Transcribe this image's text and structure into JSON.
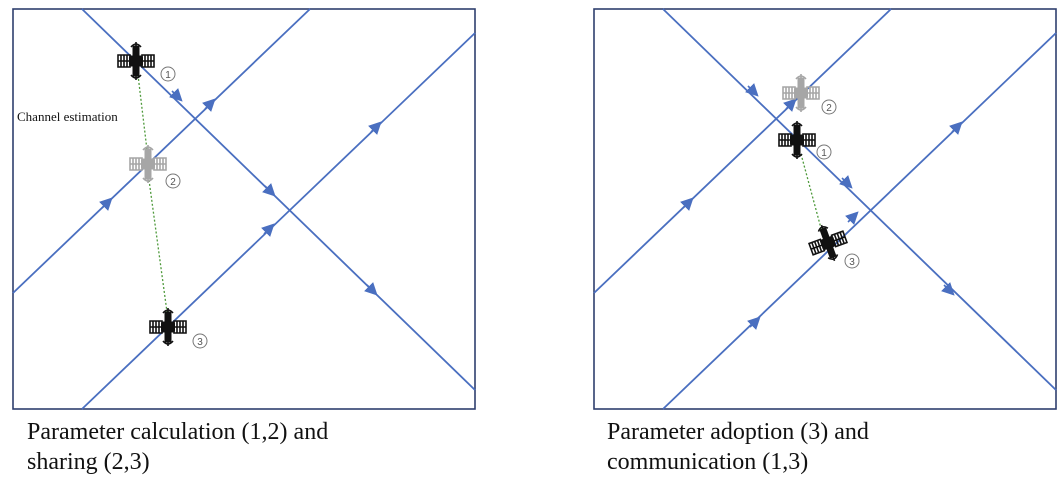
{
  "left_panel": {
    "annotation": "Channel estimation",
    "labels": [
      "1",
      "2",
      "3"
    ],
    "caption_line1": "Parameter calculation (1,2) and",
    "caption_line2": "sharing (2,3)"
  },
  "right_panel": {
    "labels": [
      "2",
      "1",
      "3"
    ],
    "caption_line1": "Parameter adoption (3) and",
    "caption_line2": "communication (1,3)"
  },
  "colors": {
    "frame": "#2f3f6e",
    "orbit": "#4a6fc0",
    "link": "#4f9a3c",
    "satellite": "#111111",
    "satellite_ghost": "#a6a6a6"
  }
}
